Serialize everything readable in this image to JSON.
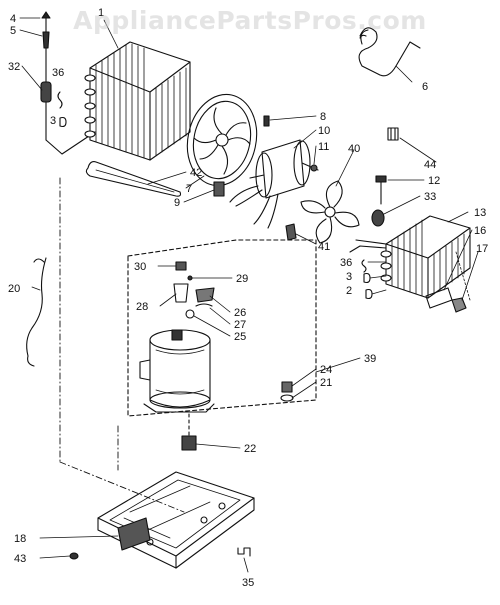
{
  "watermark": "AppliancePartsPros.com",
  "callouts": {
    "p4": "4",
    "p5": "5",
    "p32": "32",
    "p36a": "36",
    "p3a": "3",
    "p1": "1",
    "p6": "6",
    "p42": "42",
    "p7": "7",
    "p9": "9",
    "p8": "8",
    "p10": "10",
    "p11": "11",
    "p40": "40",
    "p44": "44",
    "p12": "12",
    "p33": "33",
    "p13": "13",
    "p41": "41",
    "p16": "16",
    "p17": "17",
    "p36b": "36",
    "p3b": "3",
    "p2": "2",
    "p20": "20",
    "p30": "30",
    "p29": "29",
    "p28": "28",
    "p26": "26",
    "p27": "27",
    "p25": "25",
    "p39": "39",
    "p24": "24",
    "p21": "21",
    "p22": "22",
    "p18": "18",
    "p43": "43",
    "p35": "35"
  }
}
